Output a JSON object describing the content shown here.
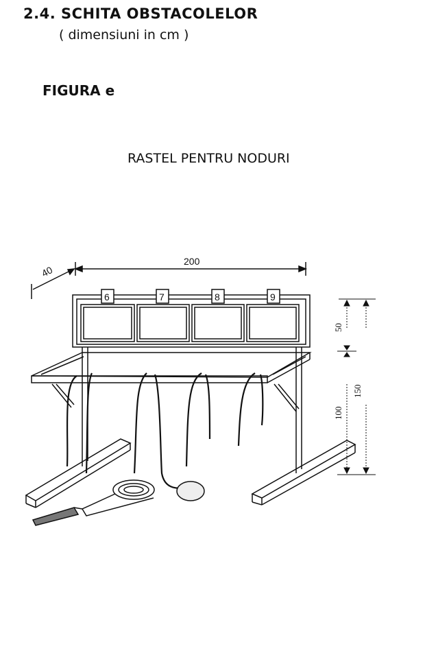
{
  "section_title": "2.4. SCHITA OBSTACOLELOR",
  "units_note": "( dimensiuni in cm )",
  "figure_label": "FIGURA e",
  "diagram_title": "RASTEL PENTRU NODURI",
  "dimensions": {
    "depth": "40",
    "width": "200",
    "panel_height": "50",
    "total_height": "150",
    "bar_height": "100"
  },
  "panel_numbers": [
    "6",
    "7",
    "8",
    "9"
  ]
}
